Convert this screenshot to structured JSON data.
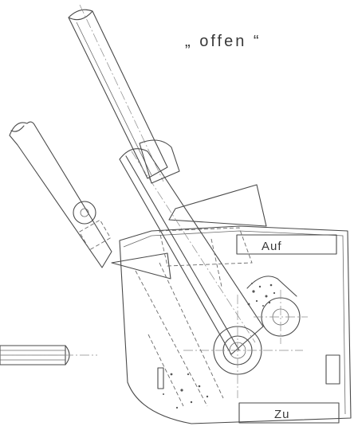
{
  "title": "„ offen “",
  "labels": {
    "auf": "Auf",
    "zu": "Zu"
  }
}
